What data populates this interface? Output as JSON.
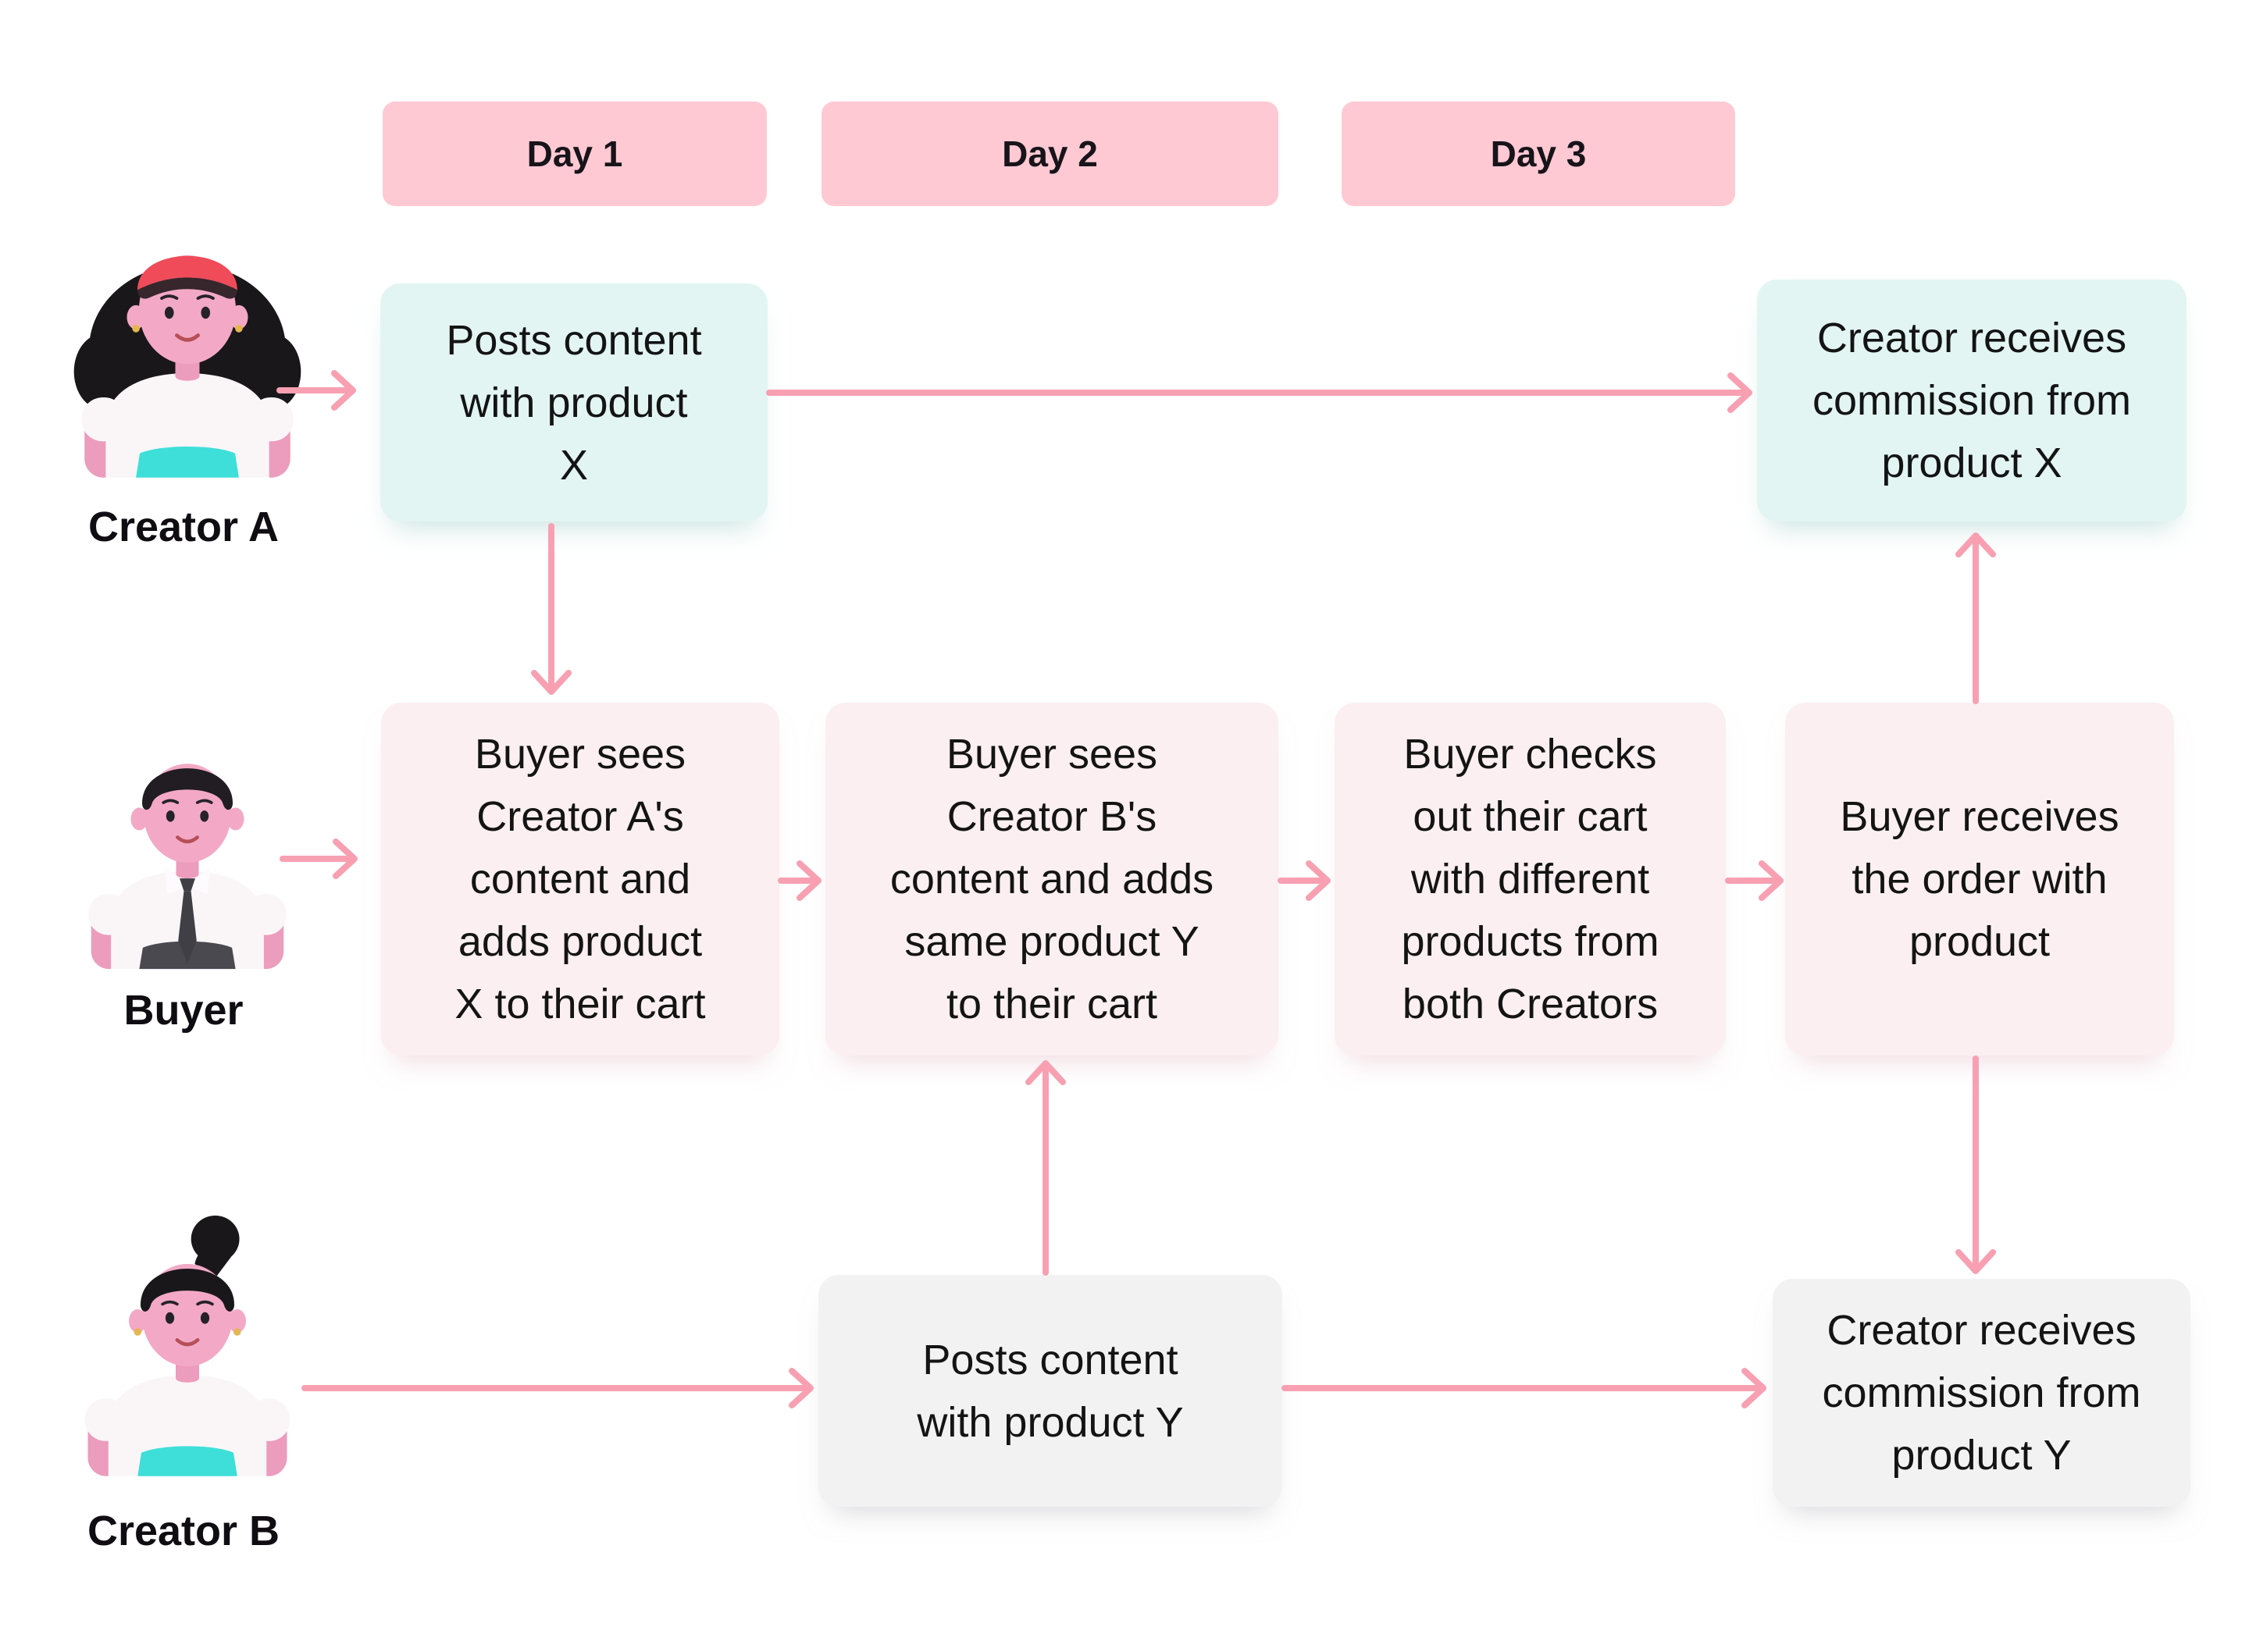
{
  "colors": {
    "background": "#FFFFFF",
    "day_pill": "#FFC9D3",
    "box_teal": "#E2F5F3",
    "box_pink": "#FBEFF1",
    "box_gray": "#F2F2F3",
    "arrow": "#F8A0B2",
    "text": "#141414"
  },
  "timeline_days": [
    {
      "label": "Day 1"
    },
    {
      "label": "Day 2"
    },
    {
      "label": "Day 3"
    }
  ],
  "actors": [
    {
      "id": "creator-a",
      "label": "Creator A"
    },
    {
      "id": "buyer",
      "label": "Buyer"
    },
    {
      "id": "creator-b",
      "label": "Creator B"
    }
  ],
  "boxes": {
    "post_x": {
      "style": "teal",
      "text": "Posts content\nwith product\nX"
    },
    "commission_x": {
      "style": "teal",
      "text": "Creator receives\ncommission from\nproduct X"
    },
    "buyer_sees_a": {
      "style": "pink",
      "text": "Buyer sees\nCreator A's\ncontent and\nadds product\nX to their cart"
    },
    "buyer_sees_b": {
      "style": "pink",
      "text": "Buyer sees\nCreator B's\ncontent and adds\nsame product Y\nto their cart"
    },
    "buyer_checkout": {
      "style": "pink",
      "text": "Buyer checks\nout their cart\nwith different\nproducts from\nboth Creators"
    },
    "buyer_receives": {
      "style": "pink",
      "text": "Buyer receives\nthe order with\nproduct"
    },
    "post_y": {
      "style": "gray",
      "text": "Posts content\nwith product Y"
    },
    "commission_y": {
      "style": "gray",
      "text": "Creator receives\ncommission from\nproduct Y"
    }
  }
}
